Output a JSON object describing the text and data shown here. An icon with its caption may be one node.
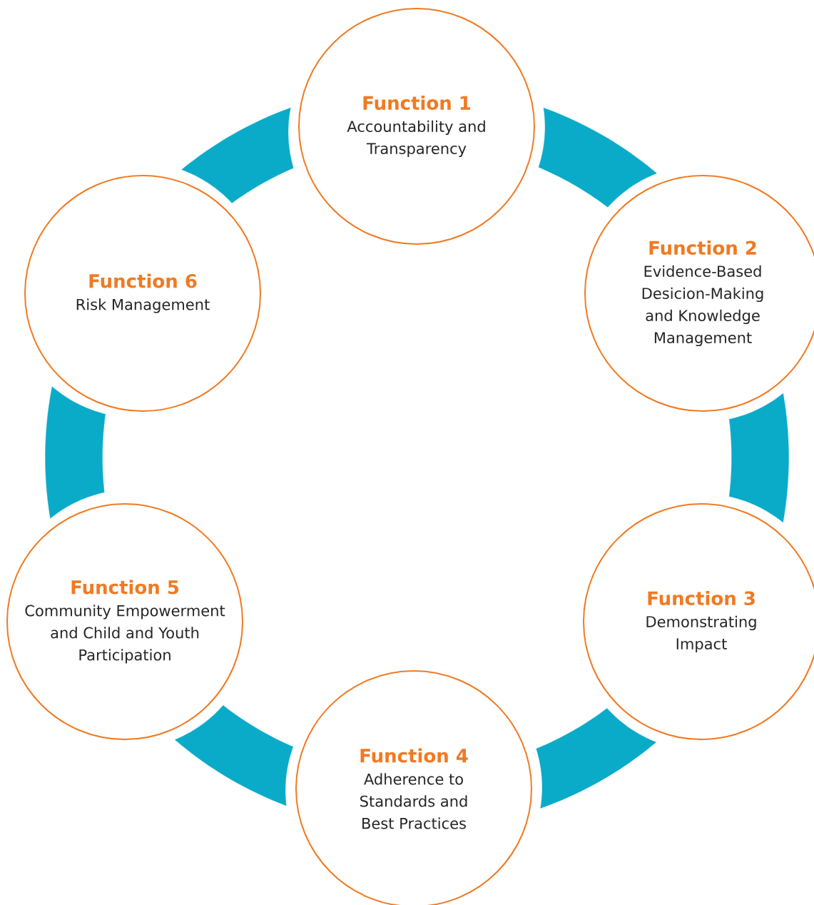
{
  "diagram": {
    "nodes": [
      {
        "text": [
          "Function 1",
          "Accountability and Transparency"
        ]
      },
      {
        "text": [
          "Function 2",
          "Evidence-Based Desicion-Making and Knowledge Management"
        ]
      },
      {
        "text": [
          "Function 3",
          "Demonstrating Impact"
        ]
      },
      {
        "text": [
          "Function 4",
          "Adherence to Standards and Best Practices"
        ]
      },
      {
        "text": [
          "Function 5",
          "Community Empowerment and Child and Youth Participation"
        ]
      },
      {
        "text": [
          "Function 6",
          "Risk Management"
        ]
      }
    ],
    "edges": [
      {
        "from": 0,
        "to": 1,
        "arrow": "none"
      },
      {
        "from": 1,
        "to": 2,
        "arrow": "none"
      },
      {
        "from": 2,
        "to": 3,
        "arrow": "none"
      },
      {
        "from": 3,
        "to": 4,
        "arrow": "none"
      },
      {
        "from": 4,
        "to": 5,
        "arrow": "none"
      },
      {
        "from": 5,
        "to": 0,
        "arrow": "none"
      }
    ]
  }
}
